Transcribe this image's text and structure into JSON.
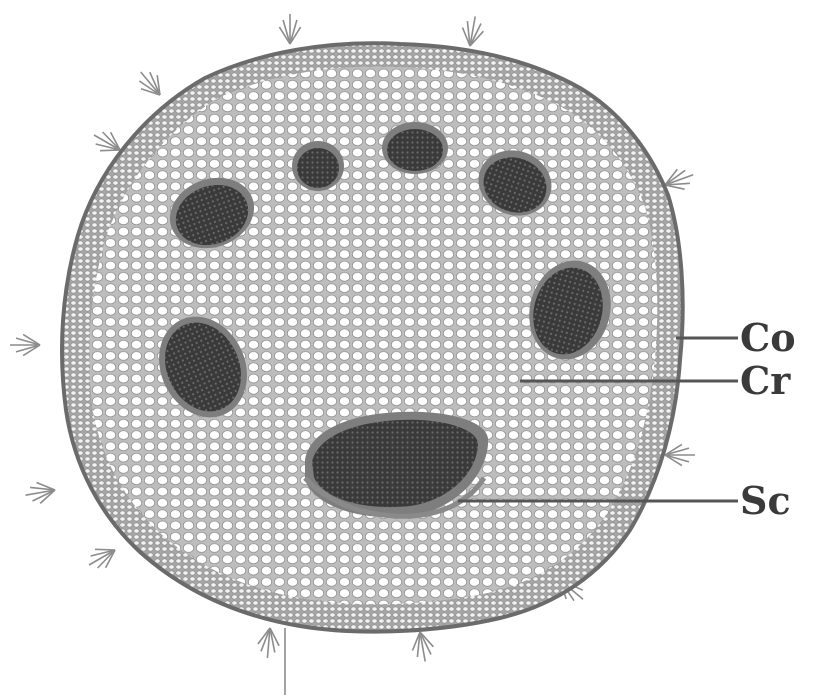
{
  "labels": [
    {
      "key": "co",
      "text": "Co"
    },
    {
      "key": "cr",
      "text": "Cr"
    },
    {
      "key": "sc",
      "text": "Sc"
    }
  ],
  "colors": {
    "outline": "#6b6b6b",
    "cell_fill": "#ffffff",
    "cell_edge": "#8c8c8c",
    "tissue_bg": "#bdbdbd",
    "bundle_fill": "#3e3e3e",
    "bundle_rim": "#7e7e7e",
    "hair": "#8c8c8c",
    "leader": "#555555",
    "label_text": "#3a3a3a"
  },
  "icons": [
    "cell-pattern",
    "trichome-icon"
  ]
}
